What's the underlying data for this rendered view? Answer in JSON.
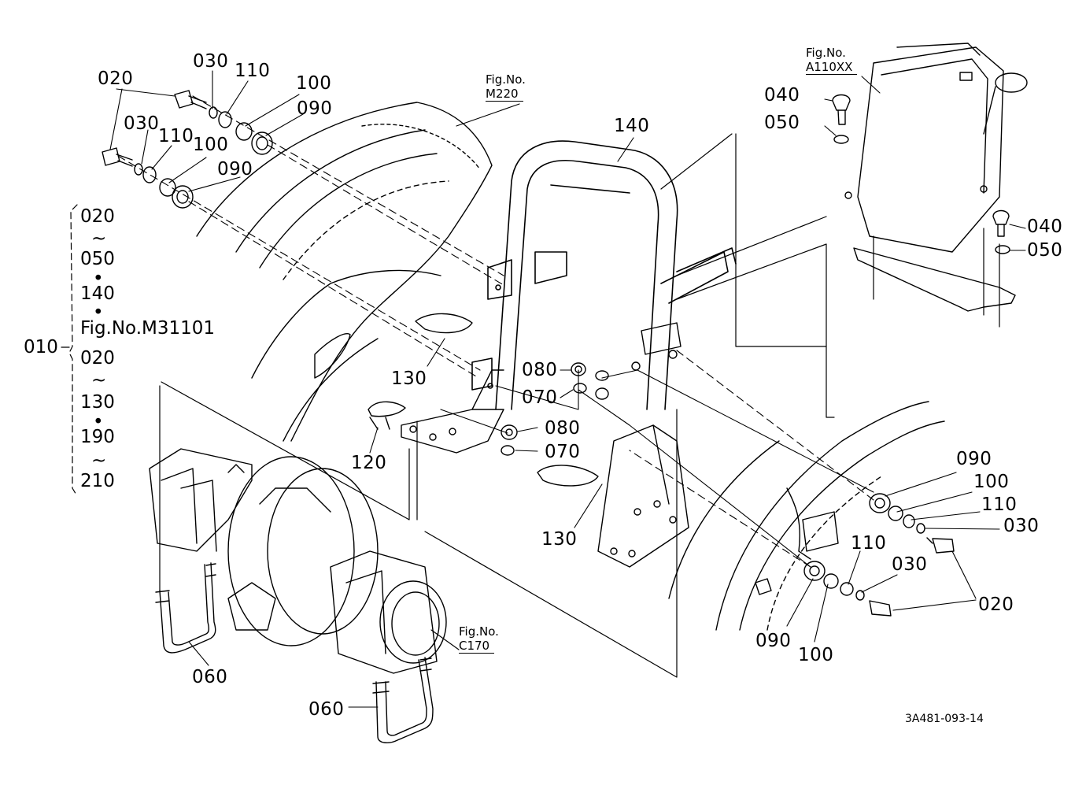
{
  "figure_refs": {
    "m220": {
      "line1": "Fig.No.",
      "line2": "M220"
    },
    "a110xx": {
      "line1": "Fig.No.",
      "line2": "A110XX"
    },
    "c170": {
      "line1": "Fig.No.",
      "line2": "C170"
    }
  },
  "group": {
    "part": "010",
    "items": [
      "020",
      "~",
      "050",
      "•",
      "140",
      "•",
      "Fig.No.M31101",
      "020",
      "~",
      "130",
      "•",
      "190",
      "~",
      "210"
    ]
  },
  "labels": {
    "p020_tl": "020",
    "p030_tl": "030",
    "p110_tl": "110",
    "p100_tl": "100",
    "p090_tl": "090",
    "p030_ml": "030",
    "p110_ml": "110",
    "p100_ml": "100",
    "p090_ml": "090",
    "p140": "140",
    "p040_top": "040",
    "p050_top": "050",
    "p040_r": "040",
    "p050_r": "050",
    "p130_l": "130",
    "p120": "120",
    "p080_a": "080",
    "p070_a": "070",
    "p080_b": "080",
    "p070_b": "070",
    "p130_c": "130",
    "p090_r": "090",
    "p100_r": "100",
    "p110_r": "110",
    "p030_r": "030",
    "p020_r": "020",
    "p110_rb": "110",
    "p030_rb": "030",
    "p090_rb": "090",
    "p100_rb": "100",
    "p060_l": "060",
    "p060_b": "060"
  },
  "drawing_number": "3A481-093-14"
}
